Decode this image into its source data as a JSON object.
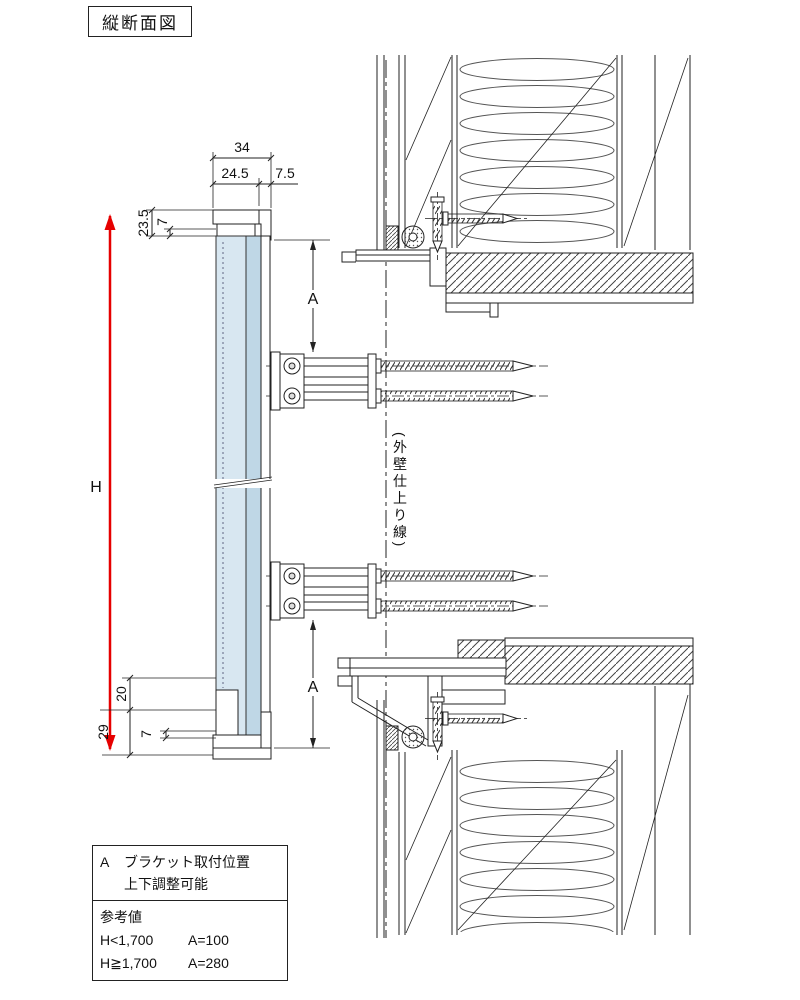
{
  "title": "縦断面図",
  "labels": {
    "wall_finish_line": "(外壁仕上り線)",
    "H": "H",
    "A_top": "A",
    "A_bottom": "A"
  },
  "dimensions": {
    "top_width": "34",
    "top_width_left": "24.5",
    "top_width_right": "7.5",
    "top_left_outer": "23.5",
    "top_left_inner": "7",
    "bottom_left_20": "20",
    "bottom_left_29": "29",
    "bottom_left_7": "7"
  },
  "colors": {
    "accent_red": "#e60000",
    "panel_light": "#d8e7f1",
    "panel_mid": "#bfd7e6",
    "line": "#222222"
  },
  "note_table": {
    "a_label": "A",
    "a_desc_line1": "ブラケット取付位置",
    "a_desc_line2": "上下調整可能",
    "reference_label": "参考値",
    "rows": [
      {
        "condition": "H<1,700",
        "value": "A=100"
      },
      {
        "condition": "H≧1,700",
        "value": "A=280"
      }
    ]
  }
}
